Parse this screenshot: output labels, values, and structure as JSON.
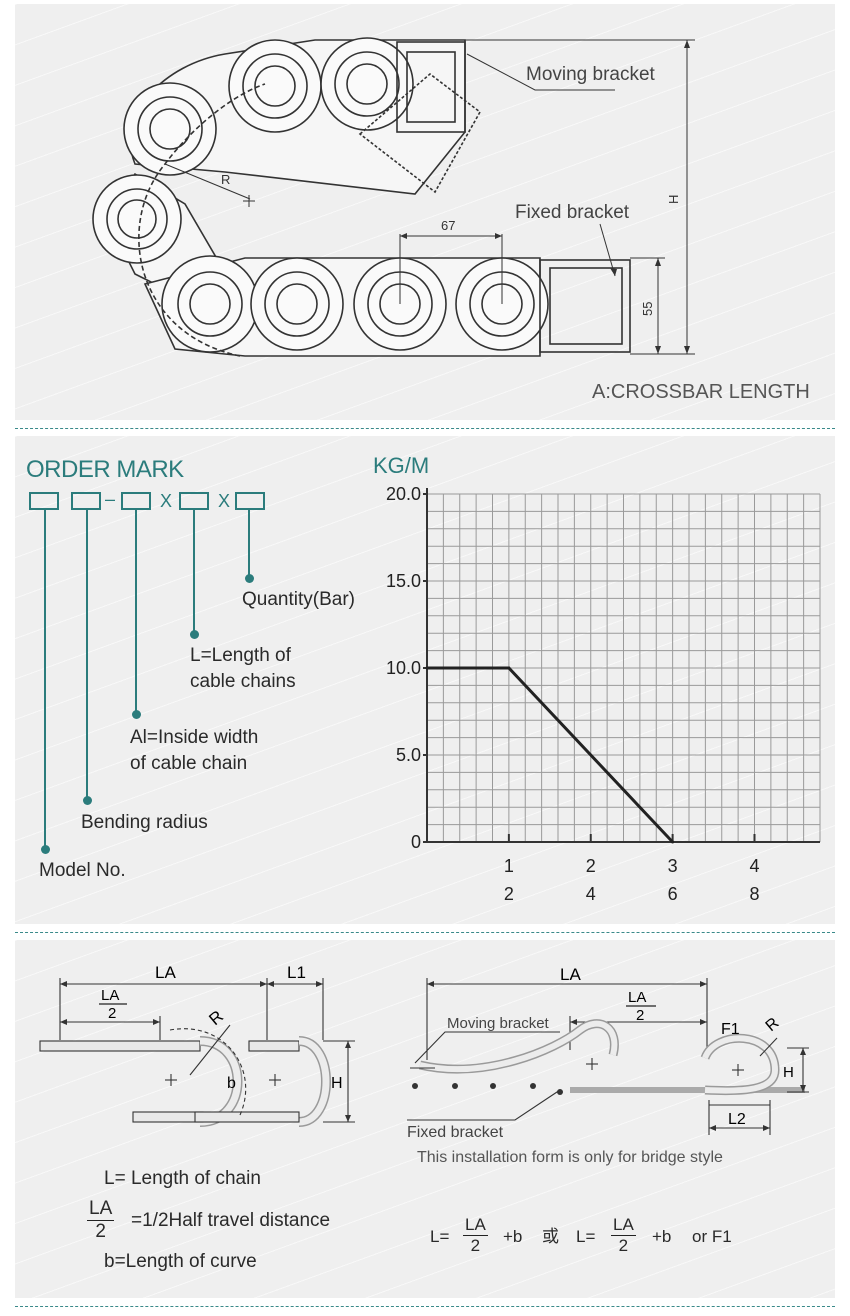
{
  "top_diagram": {
    "moving_bracket": "Moving bracket",
    "fixed_bracket": "Fixed bracket",
    "dim_pitch": "67",
    "dim_height": "55",
    "dim_H": "H",
    "dim_R": "R",
    "crossbar_caption": "A:CROSSBAR LENGTH"
  },
  "order_mark": {
    "title": "ORDER MARK",
    "separators": [
      "–",
      "X",
      "X"
    ],
    "fields": [
      {
        "line1": "Quantity(Bar)",
        "line2": ""
      },
      {
        "line1": "L=Length of",
        "line2": "cable chains"
      },
      {
        "line1": "Al=Inside width",
        "line2": "of cable chain"
      },
      {
        "line1": "Bending radius",
        "line2": ""
      },
      {
        "line1": "Model No.",
        "line2": ""
      }
    ]
  },
  "chart_data": {
    "type": "line",
    "title": "KG/M",
    "y_ticks": [
      "20.0",
      "15.0",
      "10.0",
      "5.0",
      "0"
    ],
    "ylim": [
      0,
      20
    ],
    "x_ticks_row1": [
      "1",
      "2",
      "3",
      "4"
    ],
    "x_ticks_row2": [
      "2",
      "4",
      "6",
      "8"
    ],
    "xlim": [
      0,
      4.8
    ],
    "grid": true,
    "series": [
      {
        "x": [
          0,
          1,
          3
        ],
        "y": [
          10,
          10,
          0
        ]
      }
    ]
  },
  "install_left": {
    "la": "LA",
    "l1": "L1",
    "la_half_num": "LA",
    "la_half_den": "2",
    "r": "R",
    "b": "b",
    "h": "H",
    "legend_l": "L= Length of chain",
    "legend_frac_num": "LA",
    "legend_frac_den": "2",
    "legend_half": "=1/2Half travel distance",
    "legend_b": "b=Length of curve"
  },
  "install_right": {
    "la": "LA",
    "la_half_num": "LA",
    "la_half_den": "2",
    "moving_bracket": "Moving bracket",
    "fixed_bracket": "Fixed bracket",
    "f1": "F1",
    "r": "R",
    "h": "H",
    "l2": "L2",
    "note": "This installation form is only for bridge style",
    "formula_l1": "L=",
    "formula_num1": "LA",
    "formula_den1": "2",
    "formula_b1": "+b",
    "formula_or_cn": "或",
    "formula_l2": "L=",
    "formula_num2": "LA",
    "formula_den2": "2",
    "formula_b2": "+b",
    "formula_or": "or F1"
  }
}
